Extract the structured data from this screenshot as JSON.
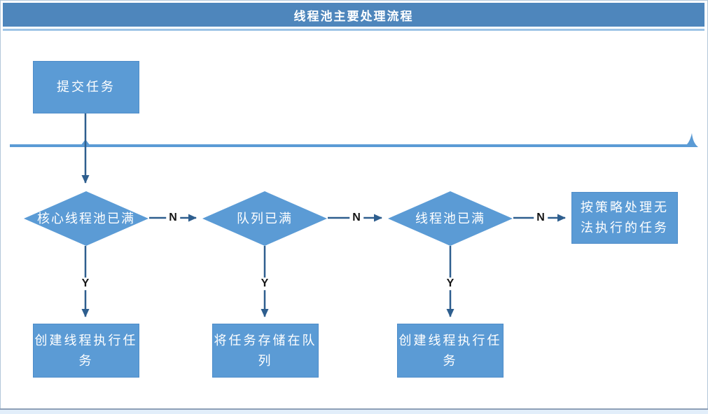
{
  "title": "线程池主要处理流程",
  "nodes": {
    "submit": {
      "label": "提交任务",
      "shape": "rect"
    },
    "d1": {
      "label": "核心线程池已满",
      "shape": "diamond"
    },
    "d2": {
      "label": "队列已满",
      "shape": "diamond"
    },
    "d3": {
      "label": "线程池已满",
      "shape": "diamond"
    },
    "reject": {
      "label": "按策略处理无法执行的任务",
      "shape": "rect"
    },
    "r1": {
      "label": "创建线程执行任务",
      "shape": "rect"
    },
    "r2": {
      "label": "将任务存储在队列",
      "shape": "rect"
    },
    "r3": {
      "label": "创建线程执行任务",
      "shape": "rect"
    }
  },
  "edges": {
    "d1_d2": "N",
    "d2_d3": "N",
    "d3_reject": "N",
    "d1_r1": "Y",
    "d2_r2": "Y",
    "d3_r3": "Y"
  },
  "colors": {
    "title_bar": "#4e86bc",
    "shape_fill": "#5b9bd5",
    "divider_line": "#5b9bd5",
    "connector_line": "#2e5e8e",
    "edge_label_text": "#141414",
    "shape_text": "#ffffff"
  }
}
